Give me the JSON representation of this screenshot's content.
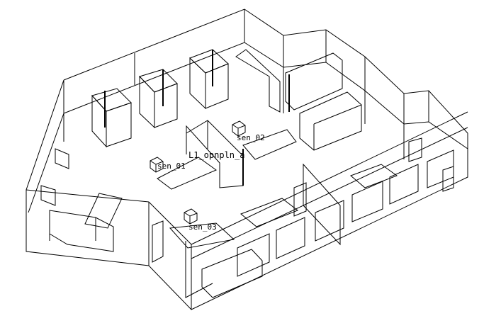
{
  "diagram": {
    "zone_label": "L1_opnpln_a",
    "sensors": [
      {
        "label": "sen_01"
      },
      {
        "label": "sen_02"
      },
      {
        "label": "sen_03"
      }
    ],
    "colors": {
      "line": "#000000",
      "background": "#ffffff"
    }
  }
}
